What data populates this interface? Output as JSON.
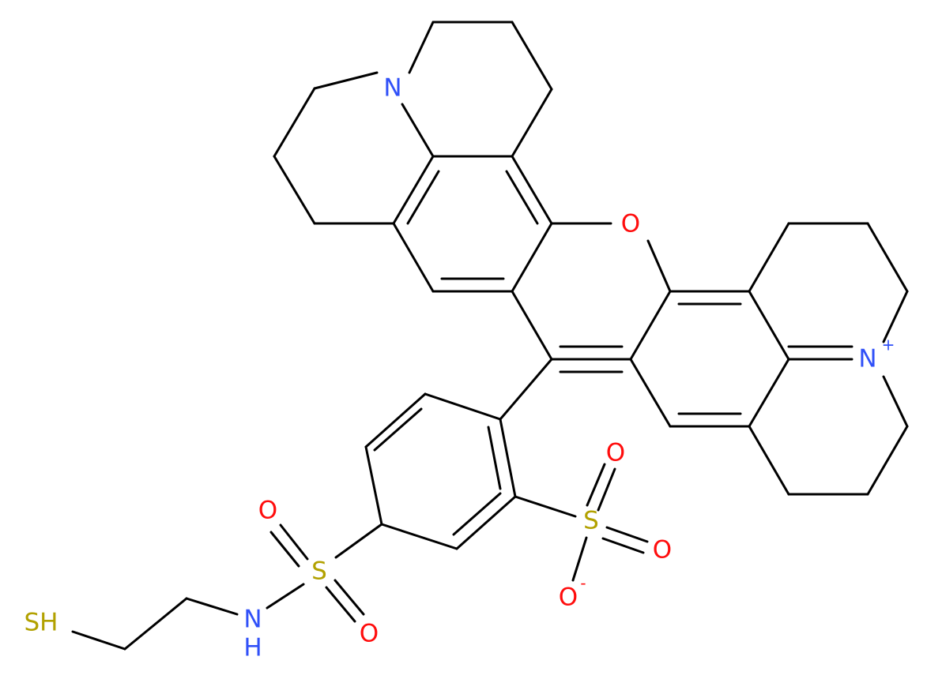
{
  "molecule": {
    "colors": {
      "bond": "#000000",
      "N": "#3050F8",
      "O": "#FF0D0D",
      "S": "#B2A100"
    },
    "atoms": {
      "n_top": {
        "text": "N",
        "element": "N"
      },
      "o_ring": {
        "text": "O",
        "element": "O"
      },
      "n_plus": {
        "text": "N",
        "element": "N",
        "charge": "+"
      },
      "s_sulfonate": {
        "text": "S",
        "element": "S"
      },
      "o_sulfonate_top": {
        "text": "O",
        "element": "O"
      },
      "o_sulfonate_right": {
        "text": "O",
        "element": "O"
      },
      "o_sulfonate_minus": {
        "text": "O",
        "element": "O",
        "charge": "-"
      },
      "s_sulfonamide": {
        "text": "S",
        "element": "S"
      },
      "o_sulfonamide_top": {
        "text": "O",
        "element": "O"
      },
      "o_sulfonamide_bottom": {
        "text": "O",
        "element": "O"
      },
      "nh": {
        "text": "N",
        "element": "N",
        "h": "H"
      },
      "sh": {
        "text": "SH",
        "element": "S"
      }
    }
  }
}
